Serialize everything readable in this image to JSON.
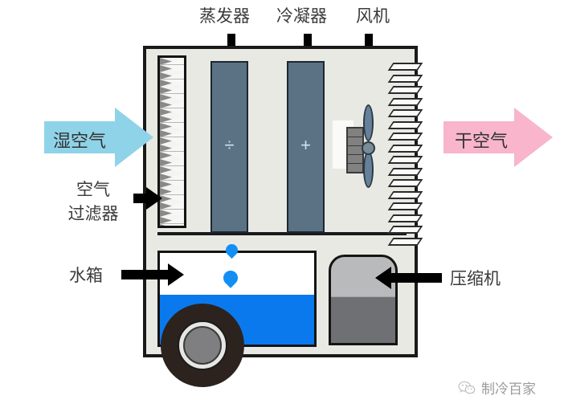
{
  "diagram": {
    "title_equipment": "dehumidifier-cutaway-diagram",
    "labels": {
      "evaporator": "蒸发器",
      "condenser": "冷凝器",
      "fan": "风机",
      "air_filter": "空气\n过滤器",
      "air_filter_line1": "空气",
      "air_filter_line2": "过滤器",
      "water_tank": "水箱",
      "compressor": "压缩机",
      "wet_air": "湿空气",
      "dry_air": "干空气"
    },
    "symbols": {
      "evaporator_symbol": "÷",
      "condenser_symbol": "+"
    },
    "colors": {
      "wet_air_arrow": "#8fd3e8",
      "dry_air_arrow": "#f8b5cb",
      "coil": "#5b7184",
      "water": "#0b79ee",
      "droplet": "#128ef5",
      "body_fill": "#e8e9e3",
      "outline": "#1a1a1a",
      "compressor_top": "#b9babb",
      "compressor_bottom": "#6f7073",
      "wheel": "#2c231e"
    }
  },
  "watermark": {
    "text": "制冷百家",
    "icon": "wechat-icon"
  }
}
